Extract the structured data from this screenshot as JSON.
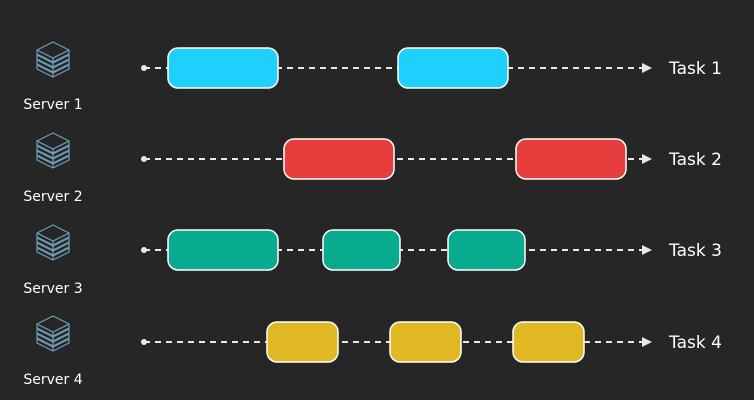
{
  "colors": {
    "background": "#262626",
    "line": "#e8e8e8",
    "server_stroke": "#6f9fb8",
    "block_border": "#ffffff"
  },
  "rows": [
    {
      "server_label": "Server 1",
      "server_icon": "server-stack-icon",
      "task_label": "Task 1",
      "color": "#1ed0fb",
      "blocks": [
        [
          168,
          278
        ],
        [
          398,
          508
        ]
      ]
    },
    {
      "server_label": "Server 2",
      "server_icon": "server-stack-icon",
      "task_label": "Task 2",
      "color": "#e63d3d",
      "blocks": [
        [
          284,
          394
        ],
        [
          516,
          626
        ]
      ]
    },
    {
      "server_label": "Server 3",
      "server_icon": "server-stack-icon",
      "task_label": "Task 3",
      "color": "#08ab8d",
      "blocks": [
        [
          168,
          278
        ],
        [
          323,
          400
        ],
        [
          448,
          525
        ]
      ]
    },
    {
      "server_label": "Server 4",
      "server_icon": "server-stack-icon",
      "task_label": "Task 4",
      "color": "#e0b823",
      "blocks": [
        [
          267,
          338
        ],
        [
          390,
          461
        ],
        [
          513,
          584
        ]
      ]
    }
  ]
}
